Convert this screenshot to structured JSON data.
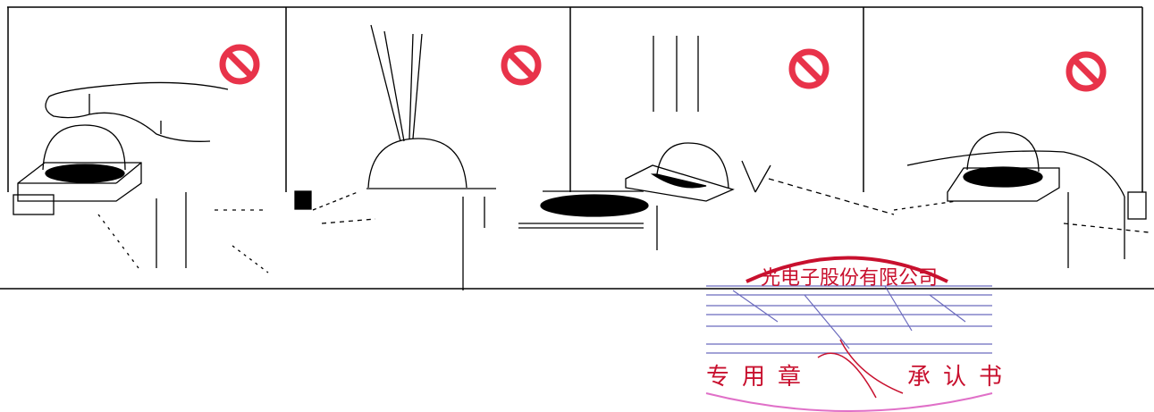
{
  "panels": [
    {
      "id": "finger-touch",
      "icon": "prohibited-icon"
    },
    {
      "id": "tool-poke",
      "icon": "prohibited-icon"
    },
    {
      "id": "pressure-from-above",
      "icon": "prohibited-icon"
    },
    {
      "id": "cover-obstruction",
      "icon": "prohibited-icon"
    }
  ],
  "stamp": {
    "top_arc_text": "光电子股份有限公司",
    "bottom_left_text": "专用章",
    "bottom_right_text": "承认书",
    "color": "#c8102e"
  },
  "colors": {
    "prohibit_red": "#e8334a",
    "line": "#000000"
  }
}
